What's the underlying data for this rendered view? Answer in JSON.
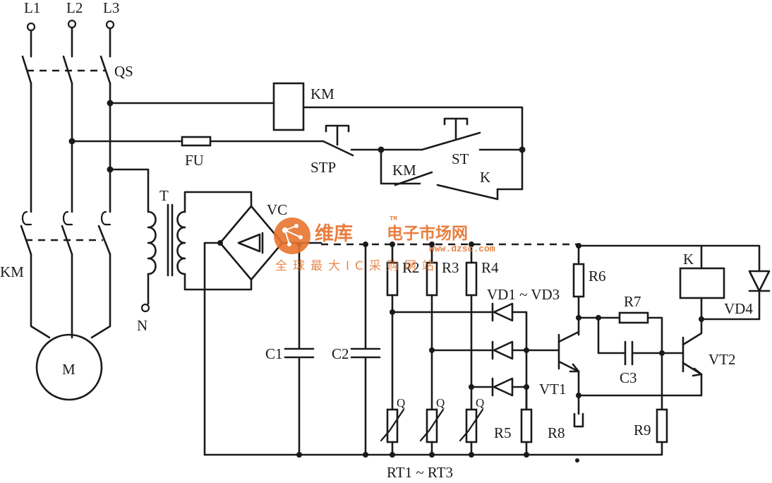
{
  "labels": {
    "l1": "L1",
    "l2": "L2",
    "l3": "L3",
    "qs": "QS",
    "km_coil": "KM",
    "fu": "FU",
    "stp": "STP",
    "st": "ST",
    "km_aux": "KM",
    "k_contact": "K",
    "t": "T",
    "n": "N",
    "vc": "VC",
    "km_main": "KM",
    "m": "M",
    "r2": "R2",
    "r3": "R3",
    "r4": "R4",
    "r5": "R5",
    "r6": "R6",
    "r7": "R7",
    "r8": "R8",
    "r9": "R9",
    "vd1_vd3": "VD1 ~ VD3",
    "vd4": "VD4",
    "c1": "C1",
    "c2": "C2",
    "c3": "C3",
    "vt1": "VT1",
    "vt2": "VT2",
    "k_relay": "K",
    "rt1_rt3": "RT1 ~ RT3",
    "theta1": "Q",
    "theta2": "Q",
    "theta3": "Q"
  },
  "watermark": {
    "brand_cn": "维库",
    "brand_rest": "电子市场网",
    "tm": "TM",
    "url": "www.dzsc.com",
    "slogan": "全球最大IC采购网站",
    "color": "#e8742f"
  }
}
